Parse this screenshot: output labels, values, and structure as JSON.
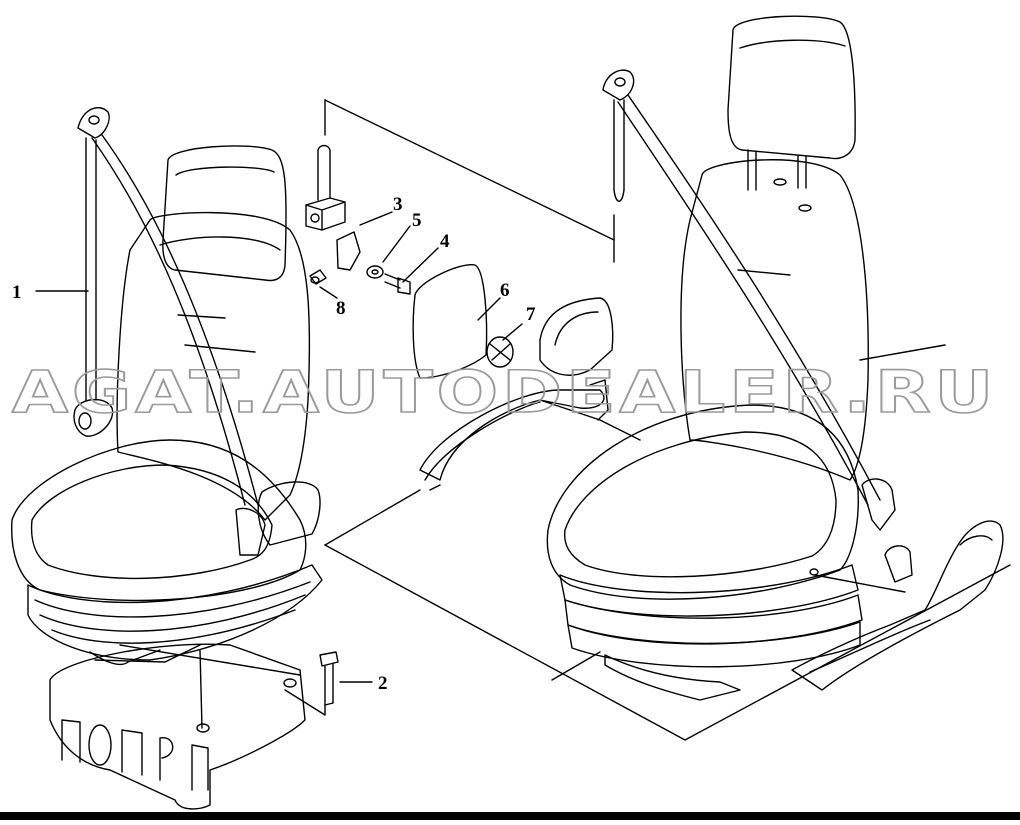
{
  "diagram": {
    "callouts": [
      {
        "id": "1",
        "label": "1"
      },
      {
        "id": "2",
        "label": "2"
      },
      {
        "id": "3",
        "label": "3"
      },
      {
        "id": "4",
        "label": "4"
      },
      {
        "id": "5",
        "label": "5"
      },
      {
        "id": "6",
        "label": "6"
      },
      {
        "id": "7",
        "label": "7"
      },
      {
        "id": "8",
        "label": "8"
      }
    ],
    "watermark": "AGAT.AUTODEALER.RU"
  },
  "colors": {
    "line": "#000000",
    "watermark_stroke": "#9a9a9a",
    "background": "#ffffff",
    "bottom_bar": "#000000"
  }
}
